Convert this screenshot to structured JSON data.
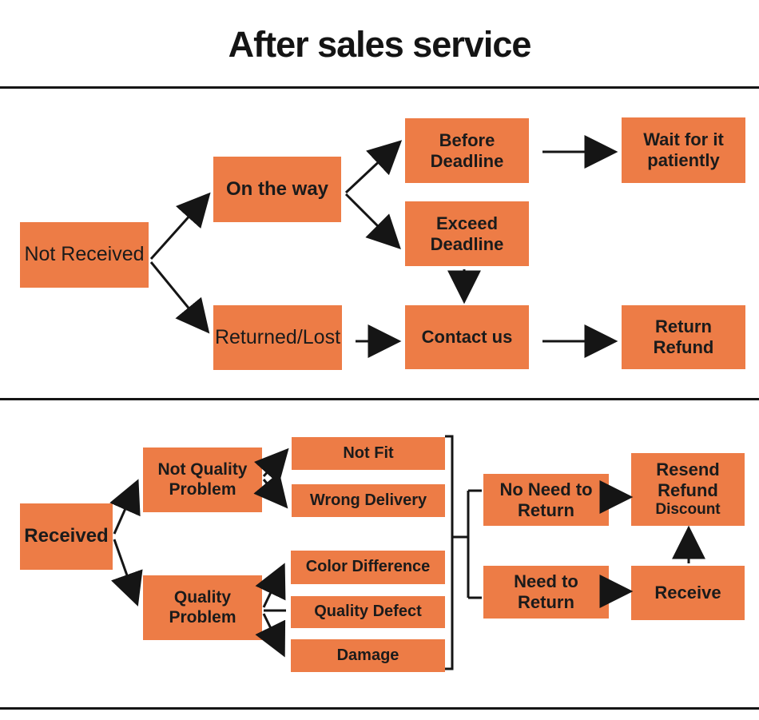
{
  "title": "After sales service",
  "colors": {
    "box": "#ED7C46",
    "line": "#151515",
    "text": "#1B1B1B"
  },
  "nodes": {
    "not_received": {
      "label": "Not Received"
    },
    "on_the_way": {
      "label": "On the way"
    },
    "before_deadline": {
      "label": "Before\nDeadline"
    },
    "exceed_deadline": {
      "label": "Exceed\nDeadline"
    },
    "wait_patiently": {
      "label": "Wait for it\npatiently"
    },
    "returned_lost": {
      "label": "Returned/Lost"
    },
    "contact_us": {
      "label": "Contact us"
    },
    "return_refund": {
      "label": "Return\nRefund"
    },
    "received": {
      "label": "Received"
    },
    "not_quality_problem": {
      "label": "Not Quality\nProblem"
    },
    "quality_problem": {
      "label": "Quality\nProblem"
    },
    "not_fit": {
      "label": "Not Fit"
    },
    "wrong_delivery": {
      "label": "Wrong Delivery"
    },
    "color_difference": {
      "label": "Color Difference"
    },
    "quality_defect": {
      "label": "Quality Defect"
    },
    "damage": {
      "label": "Damage"
    },
    "no_need_to_return": {
      "label": "No Need to\nReturn"
    },
    "need_to_return": {
      "label": "Need to\nReturn"
    },
    "resend_refund_discount": {
      "line1": "Resend\nRefund",
      "line2": "Discount"
    },
    "receive": {
      "label": "Receive"
    }
  }
}
